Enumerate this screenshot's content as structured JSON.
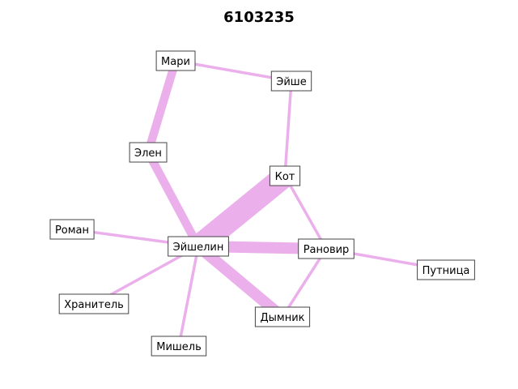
{
  "title": "6103235",
  "edge_color": "#ebb0eb",
  "nodes": [
    {
      "id": "mari",
      "label": "Мари"
    },
    {
      "id": "eishe",
      "label": "Эйше"
    },
    {
      "id": "elen",
      "label": "Элен"
    },
    {
      "id": "kot",
      "label": "Кот"
    },
    {
      "id": "roman",
      "label": "Роман"
    },
    {
      "id": "eishelin",
      "label": "Эйшелин"
    },
    {
      "id": "ranovir",
      "label": "Рановир"
    },
    {
      "id": "putnitsa",
      "label": "Путница"
    },
    {
      "id": "khranitel",
      "label": "Хранитель"
    },
    {
      "id": "dymnik",
      "label": "Дымник"
    },
    {
      "id": "mishel",
      "label": "Мишель"
    }
  ],
  "edges": [
    {
      "source": "mari",
      "target": "eishe",
      "weight": 1
    },
    {
      "source": "mari",
      "target": "elen",
      "weight": 3
    },
    {
      "source": "eishe",
      "target": "kot",
      "weight": 1
    },
    {
      "source": "elen",
      "target": "eishelin",
      "weight": 3
    },
    {
      "source": "kot",
      "target": "eishelin",
      "weight": 8
    },
    {
      "source": "kot",
      "target": "ranovir",
      "weight": 1
    },
    {
      "source": "roman",
      "target": "eishelin",
      "weight": 1
    },
    {
      "source": "eishelin",
      "target": "ranovir",
      "weight": 4
    },
    {
      "source": "eishelin",
      "target": "dymnik",
      "weight": 4
    },
    {
      "source": "eishelin",
      "target": "khranitel",
      "weight": 1
    },
    {
      "source": "eishelin",
      "target": "mishel",
      "weight": 1
    },
    {
      "source": "ranovir",
      "target": "putnitsa",
      "weight": 1
    },
    {
      "source": "ranovir",
      "target": "dymnik",
      "weight": 1
    }
  ]
}
